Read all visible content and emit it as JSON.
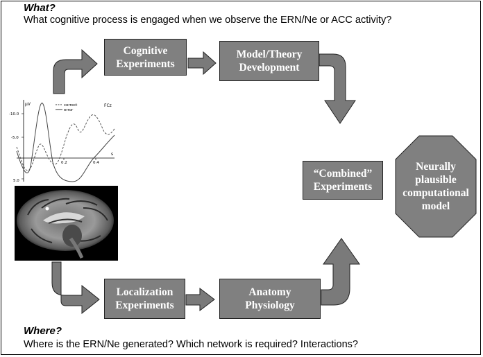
{
  "what": {
    "heading": "What?",
    "question": "What cognitive process is engaged when we observe the ERN/Ne or ACC activity?"
  },
  "where": {
    "heading": "Where?",
    "question": "Where is the ERN/Ne generated? Which network is required? Interactions?"
  },
  "boxes": {
    "cognitive": [
      "Cognitive",
      "Experiments"
    ],
    "model": [
      "Model/Theory",
      "Development"
    ],
    "combined": [
      "“Combined”",
      "Experiments"
    ],
    "localization": [
      "Localization",
      "Experiments"
    ],
    "anatomy": [
      "Anatomy",
      "Physiology"
    ],
    "neural": [
      "Neurally",
      "plausible",
      "computational",
      "model"
    ]
  },
  "erp_plot": {
    "y_unit": "μV",
    "channel": "FCz",
    "y_ticks": [
      "-10.0",
      "-5.0",
      "5.0"
    ],
    "x_ticks": [
      "0.2",
      "0.4"
    ],
    "x_unit": "s",
    "legend": [
      "correct",
      "error"
    ]
  },
  "colors": {
    "box_fill": "#808080",
    "arrow_fill": "#7a7a7a",
    "text": "#ffffff"
  }
}
